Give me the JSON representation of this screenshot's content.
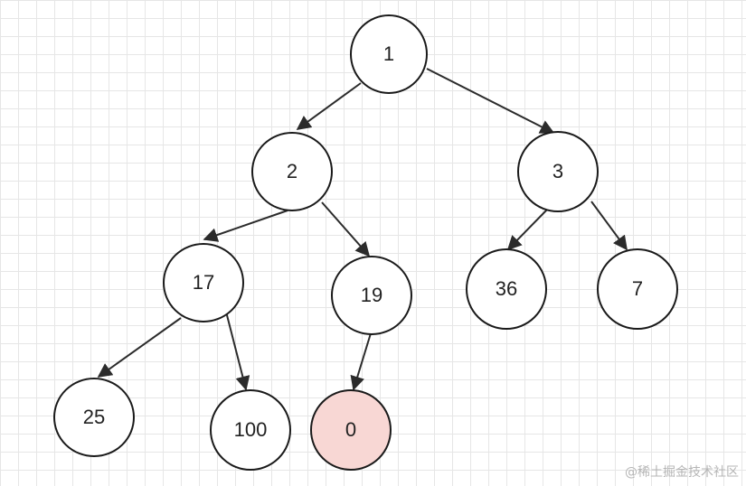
{
  "diagram": {
    "nodes": [
      {
        "id": "n1",
        "label": "1",
        "highlighted": false
      },
      {
        "id": "n2",
        "label": "2",
        "highlighted": false
      },
      {
        "id": "n3",
        "label": "3",
        "highlighted": false
      },
      {
        "id": "n17",
        "label": "17",
        "highlighted": false
      },
      {
        "id": "n19",
        "label": "19",
        "highlighted": false
      },
      {
        "id": "n36",
        "label": "36",
        "highlighted": false
      },
      {
        "id": "n7",
        "label": "7",
        "highlighted": false
      },
      {
        "id": "n25",
        "label": "25",
        "highlighted": false
      },
      {
        "id": "n100",
        "label": "100",
        "highlighted": false
      },
      {
        "id": "n0",
        "label": "0",
        "highlighted": true
      }
    ],
    "edges": [
      {
        "from": "n1",
        "to": "n2"
      },
      {
        "from": "n1",
        "to": "n3"
      },
      {
        "from": "n2",
        "to": "n17"
      },
      {
        "from": "n2",
        "to": "n19"
      },
      {
        "from": "n3",
        "to": "n36"
      },
      {
        "from": "n3",
        "to": "n7"
      },
      {
        "from": "n17",
        "to": "n25"
      },
      {
        "from": "n17",
        "to": "n100"
      },
      {
        "from": "n19",
        "to": "n0"
      }
    ],
    "colors": {
      "node_fill": "#ffffff",
      "highlight_fill": "#f8d7d4",
      "stroke": "#1a1a1a",
      "grid": "#e6e6e6"
    }
  },
  "watermark": "@稀土掘金技术社区"
}
